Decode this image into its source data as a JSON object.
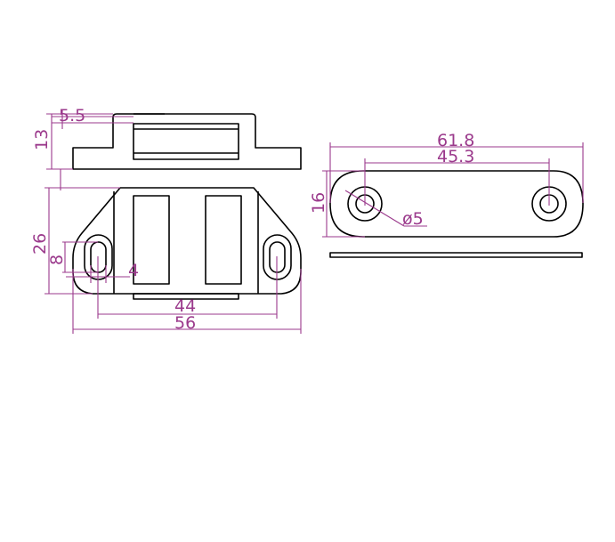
{
  "dimensions": {
    "d_5_5": "5.5",
    "d_13": "13",
    "d_26": "26",
    "d_8": "8",
    "d_4": "4",
    "d_44": "44",
    "d_56": "56",
    "d_61_8": "61.8",
    "d_45_3": "45.3",
    "d_16": "16",
    "d_dia5": "ø5"
  },
  "colors": {
    "outline": "#000000",
    "dimension": "#9b3a8c",
    "background": "#ffffff"
  }
}
